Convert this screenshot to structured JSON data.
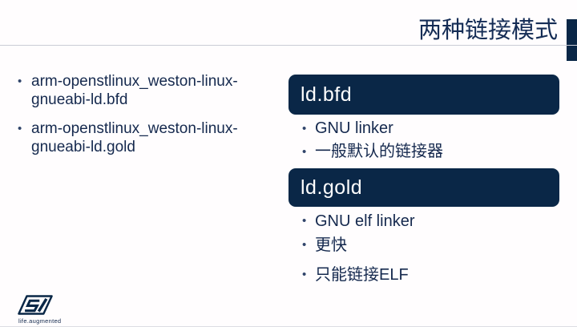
{
  "title": "两种链接模式",
  "colors": {
    "navy_accent": "#0a2747",
    "body_text": "#15294e",
    "title_text": "#142c55",
    "rule_gray": "#caccd6",
    "header_box_text": "#ffffff"
  },
  "left_list": {
    "items": [
      {
        "text": "arm-openstlinux_weston-linux-gnueabi-ld.bfd"
      },
      {
        "text": "arm-openstlinux_weston-linux-gnueabi-ld.gold"
      }
    ]
  },
  "sections": [
    {
      "header": "ld.bfd",
      "bullets": [
        {
          "text": "GNU linker"
        },
        {
          "text": "一般默认的链接器"
        }
      ]
    },
    {
      "header": "ld.gold",
      "bullets": [
        {
          "text": "GNU elf linker"
        },
        {
          "text": "更快"
        },
        {
          "text": "只能链接ELF"
        }
      ]
    }
  ],
  "footer": {
    "tagline": "life.augmented"
  },
  "glyphs": {
    "bullet": "•"
  }
}
